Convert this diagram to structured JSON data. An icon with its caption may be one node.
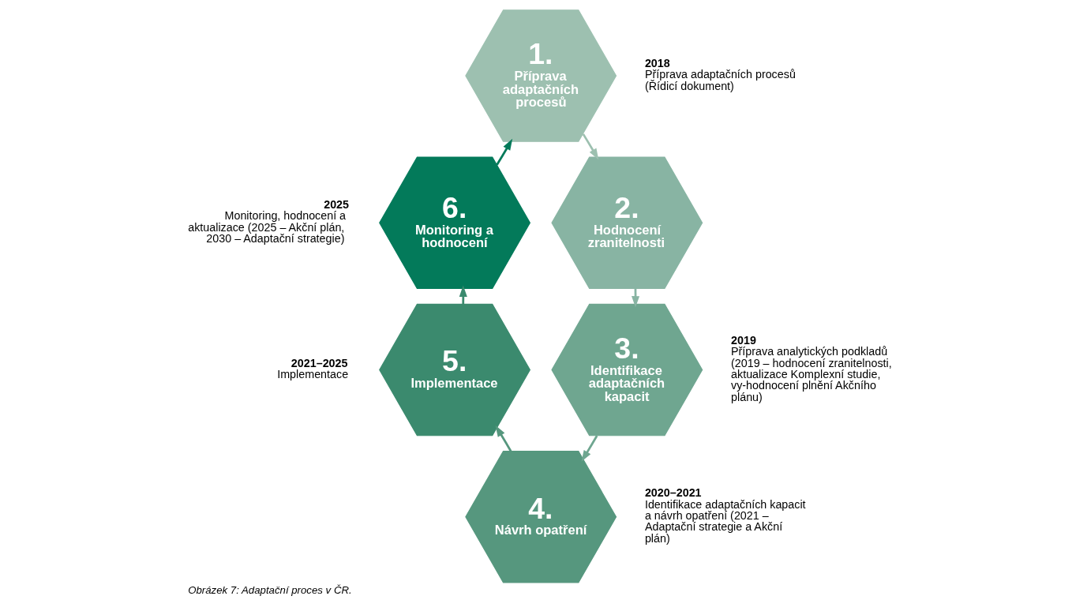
{
  "diagram": {
    "caption": "Obrázek 7: Adaptační proces v ČR.",
    "nodes": [
      {
        "text": [
          "1.",
          "Příprava adaptačních procesů"
        ],
        "beside": [
          "2018",
          "Příprava adaptačních procesů (Řídicí dokument)"
        ]
      },
      {
        "text": [
          "2.",
          "Hodnocení zranitelnosti"
        ]
      },
      {
        "text": [
          "3.",
          "Identifikace adaptačních kapacit"
        ],
        "beside": [
          "2019",
          "Příprava analytických podkladů (2019 – hodnocení zranitelnosti, aktualizace Komplexní studie, vy-hodnocení plnění Akčního plánu)"
        ]
      },
      {
        "text": [
          "4.",
          "Návrh opatření"
        ],
        "beside": [
          "2020–2021",
          "Identifikace adaptačních kapacit a návrh opatření (2021 – Adaptační strategie a Akční plán)"
        ]
      },
      {
        "text": [
          "5.",
          "Implementace"
        ],
        "beside": [
          "2021–2025",
          "Implementace"
        ]
      },
      {
        "text": [
          "6.",
          "Monitoring a hodnocení"
        ],
        "beside": [
          "2025",
          "Monitoring, hodnocení a aktualizace (2025 – Akční plán, 2030 – Adaptační strategie)"
        ]
      }
    ],
    "edges": [
      {
        "from": 5,
        "to": 0,
        "arrow": "to",
        "color": "#037a5a"
      },
      {
        "from": 0,
        "to": 1,
        "arrow": "to",
        "color": "#9dc0b0"
      },
      {
        "from": 1,
        "to": 2,
        "arrow": "to",
        "color": "#88b4a3"
      },
      {
        "from": 2,
        "to": 3,
        "arrow": "to",
        "color": "#6fa690"
      },
      {
        "from": 3,
        "to": 4,
        "arrow": "to",
        "color": "#56977e"
      },
      {
        "from": 4,
        "to": 5,
        "arrow": "to",
        "color": "#3b8a6e"
      }
    ]
  }
}
